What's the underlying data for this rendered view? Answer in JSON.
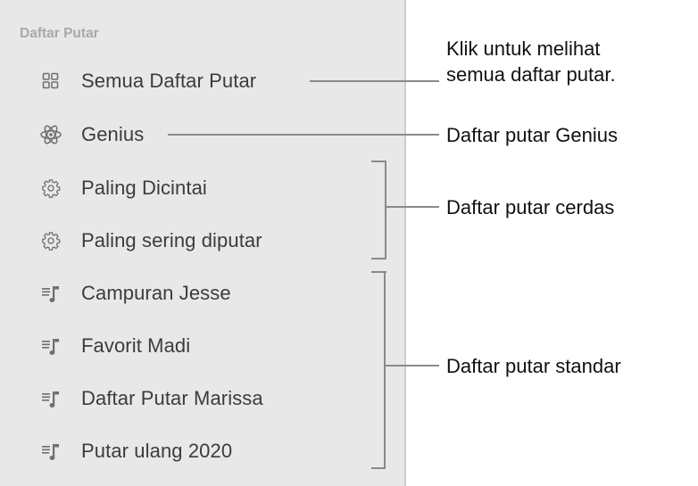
{
  "sidebar": {
    "section_title": "Daftar Putar",
    "items": [
      {
        "label": "Semua Daftar Putar",
        "icon": "grid-icon"
      },
      {
        "label": "Genius",
        "icon": "atom-icon"
      },
      {
        "label": "Paling Dicintai",
        "icon": "gear-icon"
      },
      {
        "label": "Paling sering diputar",
        "icon": "gear-icon"
      },
      {
        "label": "Campuran Jesse",
        "icon": "playlist-icon"
      },
      {
        "label": "Favorit Madi",
        "icon": "playlist-icon"
      },
      {
        "label": "Daftar Putar Marissa",
        "icon": "playlist-icon"
      },
      {
        "label": "Putar ulang 2020",
        "icon": "playlist-icon"
      }
    ]
  },
  "callouts": {
    "all_playlists_line1": "Klik untuk melihat",
    "all_playlists_line2": "semua daftar putar.",
    "genius": "Daftar putar Genius",
    "smart": "Daftar putar cerdas",
    "standard": "Daftar putar standar"
  },
  "colors": {
    "sidebar_bg": "#e8e8e8",
    "callout_line": "#8a8a8a",
    "header_text": "#a9a9a9",
    "item_text": "#3c3c3c"
  }
}
